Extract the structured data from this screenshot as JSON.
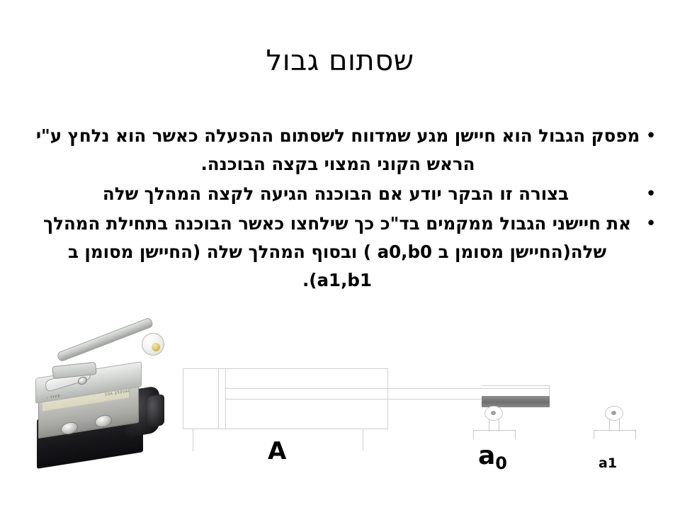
{
  "slide": {
    "title": "שסתום גבול",
    "background": "#ffffff",
    "text_color": "#000000"
  },
  "bullets": [
    {
      "marker": "•",
      "lines": [
        "מפסק הגבול הוא חיישן מגע שמדווח לשסתום ההפעלה",
        "כאשר הוא נלחץ ע\"י הראש הקוני המצוי בקצה הבוכנה."
      ],
      "text": "מפסק הגבול הוא חיישן מגע שמדווח לשסתום ההפעלה כאשר הוא נלחץ ע\"י הראש הקוני המצוי בקצה הבוכנה."
    },
    {
      "marker": "•",
      "lines": [
        "בצורה זו הבקר יודע אם הבוכנה הגיעה לקצה המהלך שלה"
      ],
      "text": "בצורה זו הבקר יודע אם הבוכנה הגיעה לקצה המהלך שלה"
    },
    {
      "marker": "•",
      "lines": [
        "את חיישני הגבול ממקמים בד\"כ  כך שילחצו כאשר הבוכנה",
        "בתחילת המהלך שלה(החיישן מסומן ב a0,b0 ) ובסוף",
        "המהלך שלה (החיישן מסומן ב a1,b1)."
      ],
      "text": "את חיישני הגבול ממקמים בד\"כ  כך שילחצו כאשר הבוכנה בתחילת המהלך שלה(החיישן מסומן ב a0,b0 ) ובסוף המהלך שלה (החיישן מסומן ב a1,b1)."
    }
  ],
  "photo": {
    "caption": "",
    "alt_name": "limit-switch-roller-lever-photo",
    "colors": {
      "body": "#c3c4c0",
      "base": "#17171a",
      "label": "#d8d6bd",
      "roller": "#f2f2ef",
      "roller_pin": "#d9c25c"
    },
    "markings": [
      "TYPE -",
      "10A  250VAC"
    ]
  },
  "diagram": {
    "name": "pneumatic-cylinder-with-limit-switches",
    "line_color": "#cfcfcf",
    "plate_color": "#7f7f7f",
    "cylinder_label": "A",
    "sensors": [
      {
        "id": "a0",
        "label_base": "a",
        "label_sub": "0",
        "state": "pressed"
      },
      {
        "id": "a1",
        "label_base": "a1",
        "label_sub": "",
        "state": "free"
      }
    ]
  }
}
